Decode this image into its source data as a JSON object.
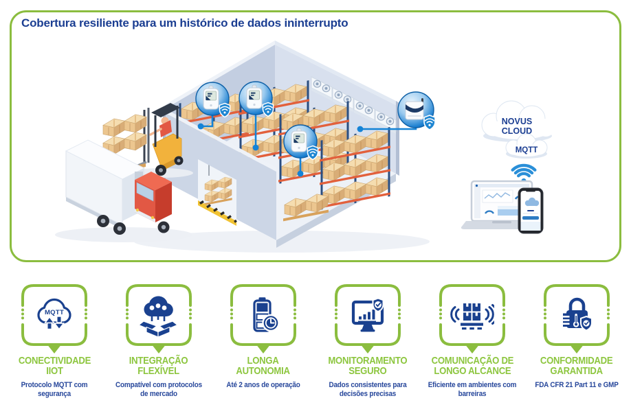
{
  "colors": {
    "green": "#8BBD3F",
    "title_green": "#8DC63F",
    "navy": "#1B3E92",
    "desc_navy": "#27479B",
    "icon_blue": "#1A418F",
    "connector_blue": "#1583D6"
  },
  "panel": {
    "title": "Cobertura resiliente para um histórico de dados ininterrupto"
  },
  "illustration": {
    "cloud_line1": "NOVUS",
    "cloud_line2": "CLOUD",
    "mqtt_label": "MQTT"
  },
  "features": [
    {
      "title_line1": "CONECTIVIDADE",
      "title_line2": "IIOT",
      "description": "Protocolo MQTT com segurança",
      "icon": "mqtt-cloud-icon",
      "icon_label": "MQTT"
    },
    {
      "title_line1": "INTEGRAÇÃO",
      "title_line2": "FLEXÍVEL",
      "description": "Compatível com protocolos de mercado",
      "icon": "integration-box-icon"
    },
    {
      "title_line1": "LONGA",
      "title_line2": "AUTONOMIA",
      "description": "Até 2 anos de operação",
      "icon": "battery-clock-icon"
    },
    {
      "title_line1": "MONITORAMENTO",
      "title_line2": "SEGURO",
      "description": "Dados consistentes para decisões precisas",
      "icon": "secure-monitor-icon"
    },
    {
      "title_line1": "COMUNICAÇÃO DE",
      "title_line2": "LONGO ALCANCE",
      "description": "Eficiente em ambientes com barreiras",
      "icon": "long-range-icon"
    },
    {
      "title_line1": "CONFORMIDADE",
      "title_line2": "GARANTIDA",
      "description": "FDA CFR 21 Part 11 e GMP",
      "icon": "lock-shield-icon"
    }
  ]
}
